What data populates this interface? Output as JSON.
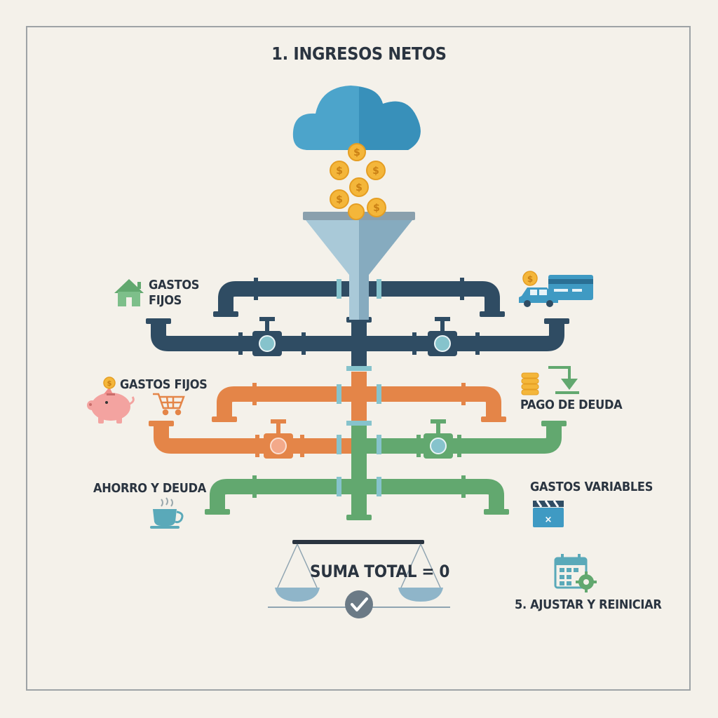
{
  "title": "1. INGRESOS NETOS",
  "labels": {
    "gastos_fijos_top_line1": "GASTOS",
    "gastos_fijos_top_line2": "FIJOS",
    "gastos_fijos_mid": "GASTOS FIJOS",
    "pago_de_deuda": "PAGO DE DEUDA",
    "ahorro_y_deuda": "AHORRO Y DEUDA",
    "gastos_variables": "GASTOS VARIABLES",
    "suma_total": "SUMA TOTAL = 0",
    "ajustar_reiniciar": "5. AJUSTAR Y REINICIAR"
  },
  "colors": {
    "background": "#f4f1ea",
    "navy_pipe": "#2f4c63",
    "orange_pipe": "#e48548",
    "green_pipe": "#62a86f",
    "cloud": "#3f9ac3",
    "coin": "#f4b63a",
    "funnel": "#8fb5c9",
    "joint": "#86c3cc",
    "text": "#2a3440"
  },
  "icons": [
    "cloud-icon",
    "coin-icon",
    "funnel-icon",
    "valve-icon",
    "house-icon",
    "car-icon",
    "credit-card-icon",
    "piggy-bank-icon",
    "shopping-cart-icon",
    "coin-stack-icon",
    "download-arrow-icon",
    "coffee-cup-icon",
    "clapperboard-icon",
    "balance-scale-icon",
    "check-icon",
    "calendar-gear-icon"
  ]
}
